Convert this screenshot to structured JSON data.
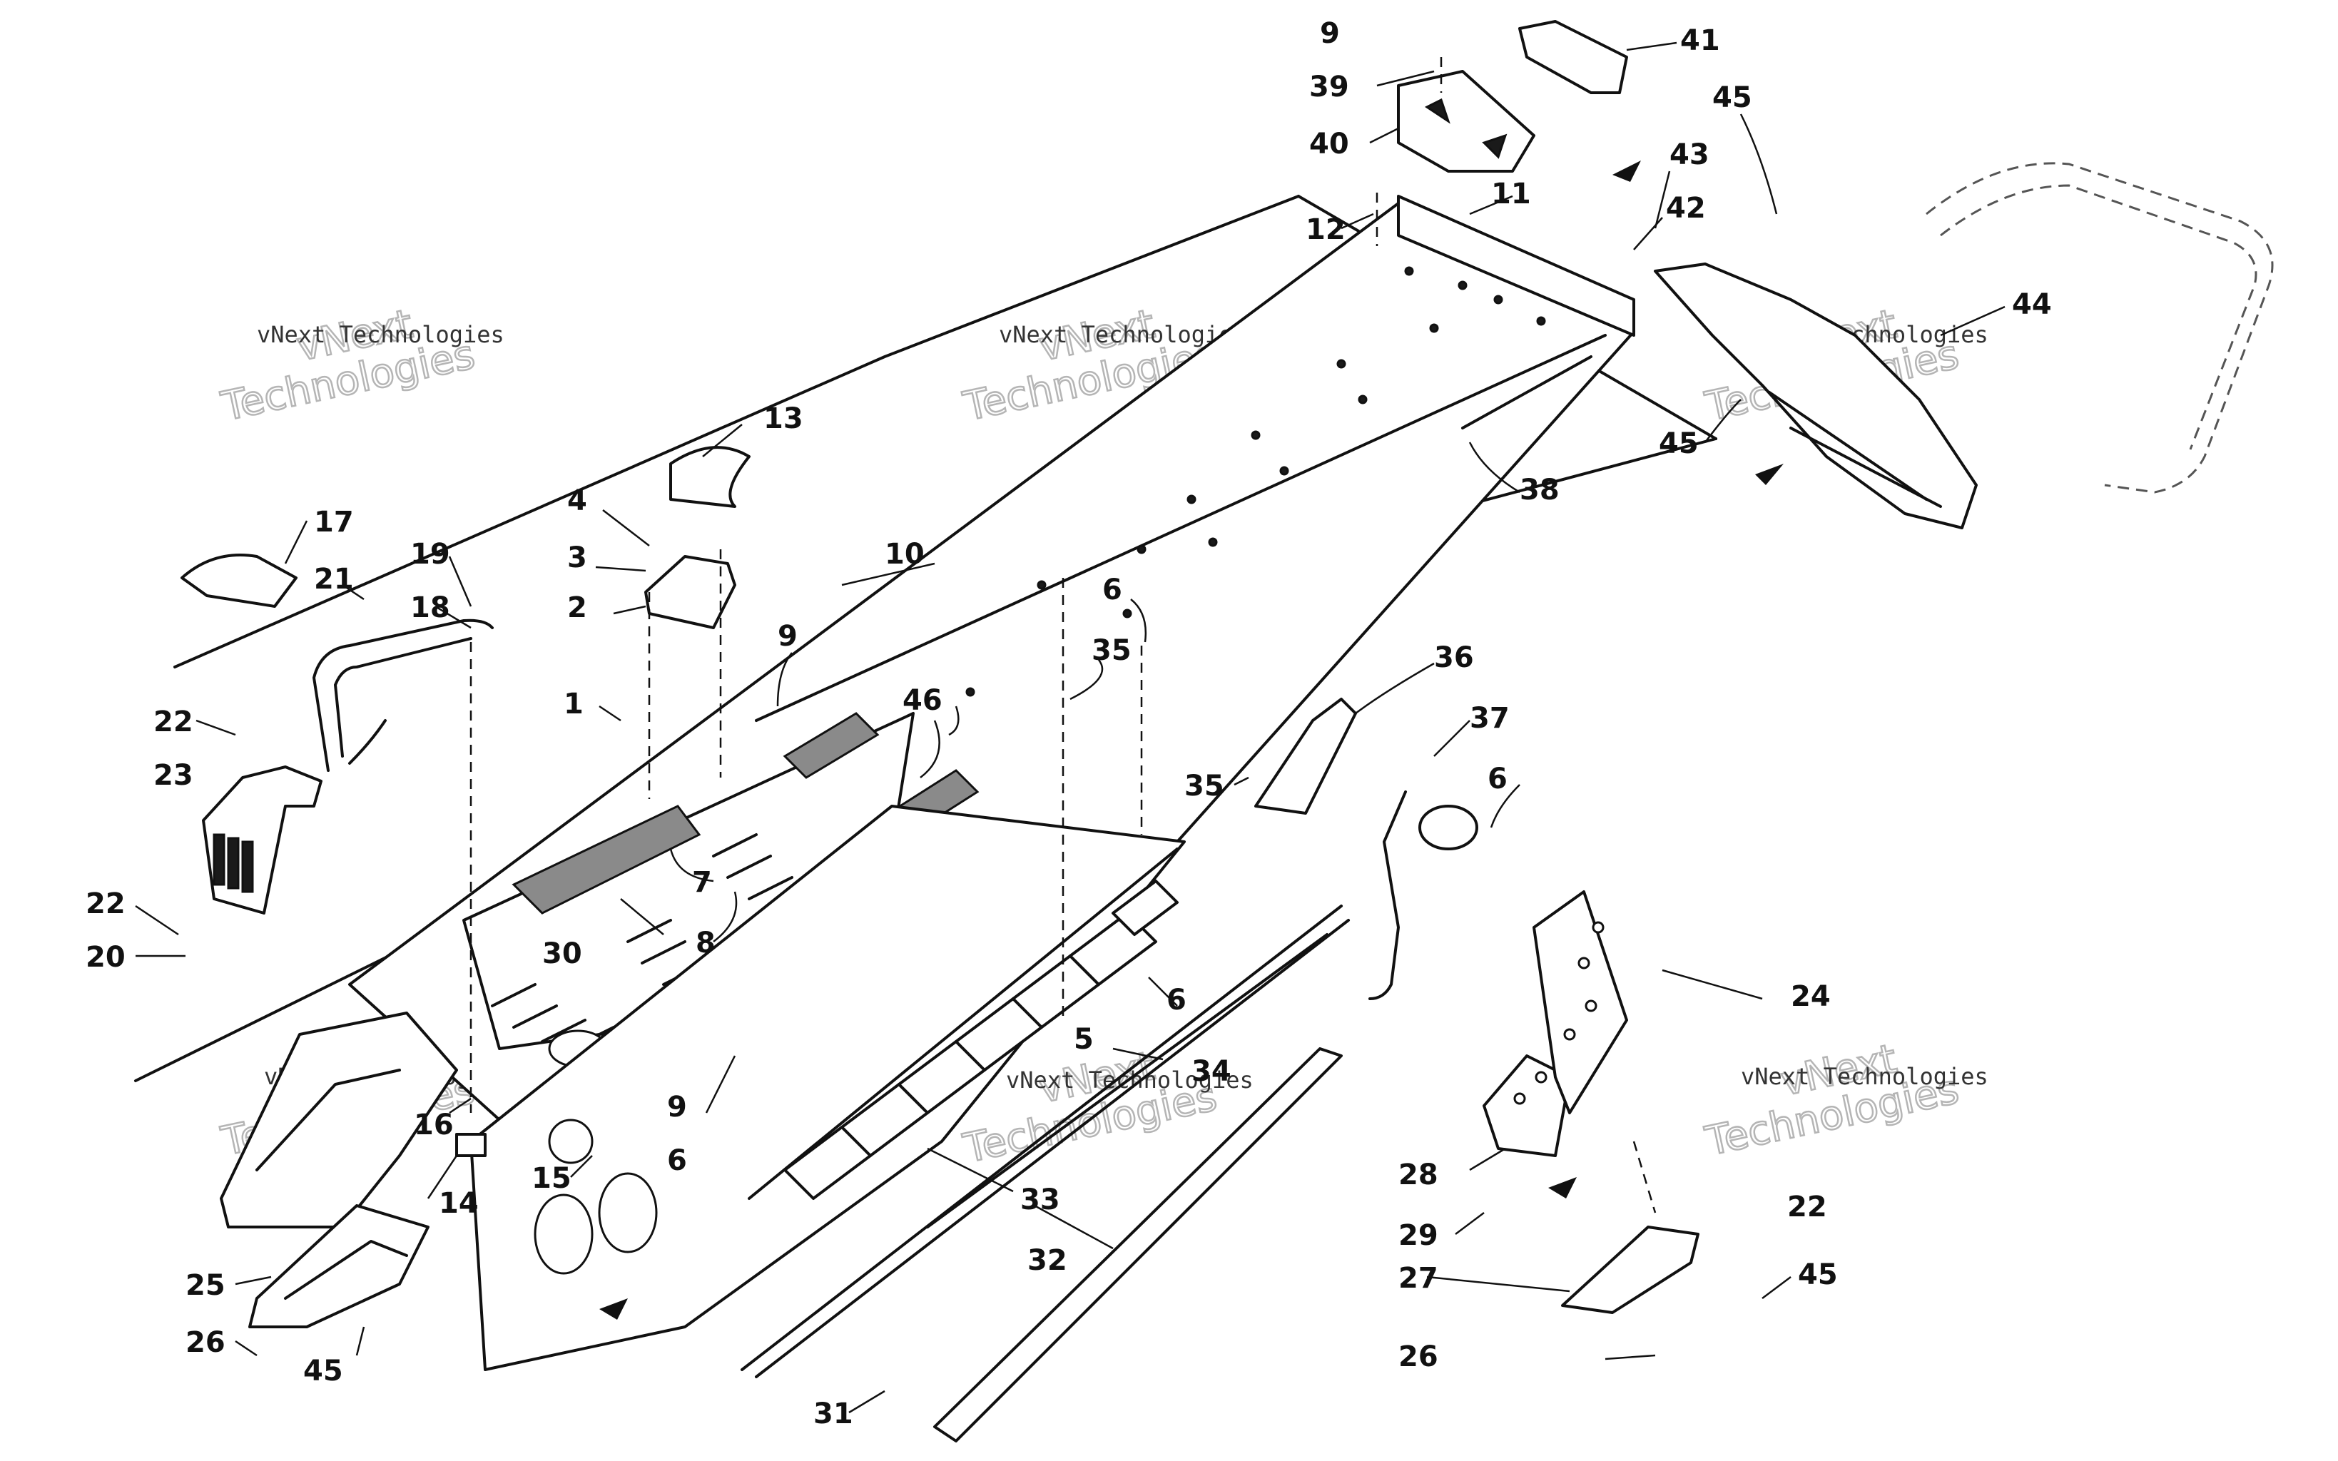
{
  "diagram": {
    "callouts": [
      "1",
      "2",
      "3",
      "4",
      "5",
      "6",
      "6",
      "6",
      "6",
      "7",
      "8",
      "9",
      "9",
      "9",
      "10",
      "11",
      "12",
      "13",
      "14",
      "15",
      "16",
      "17",
      "18",
      "19",
      "20",
      "21",
      "22",
      "22",
      "22",
      "23",
      "24",
      "25",
      "26",
      "26",
      "27",
      "28",
      "29",
      "30",
      "31",
      "32",
      "33",
      "34",
      "35",
      "35",
      "36",
      "37",
      "38",
      "39",
      "40",
      "41",
      "42",
      "43",
      "44",
      "45",
      "45",
      "45",
      "45",
      "46"
    ],
    "watermark": {
      "line1": "vNext",
      "line2": "Technologies",
      "caption": "vNext Technologies"
    }
  }
}
